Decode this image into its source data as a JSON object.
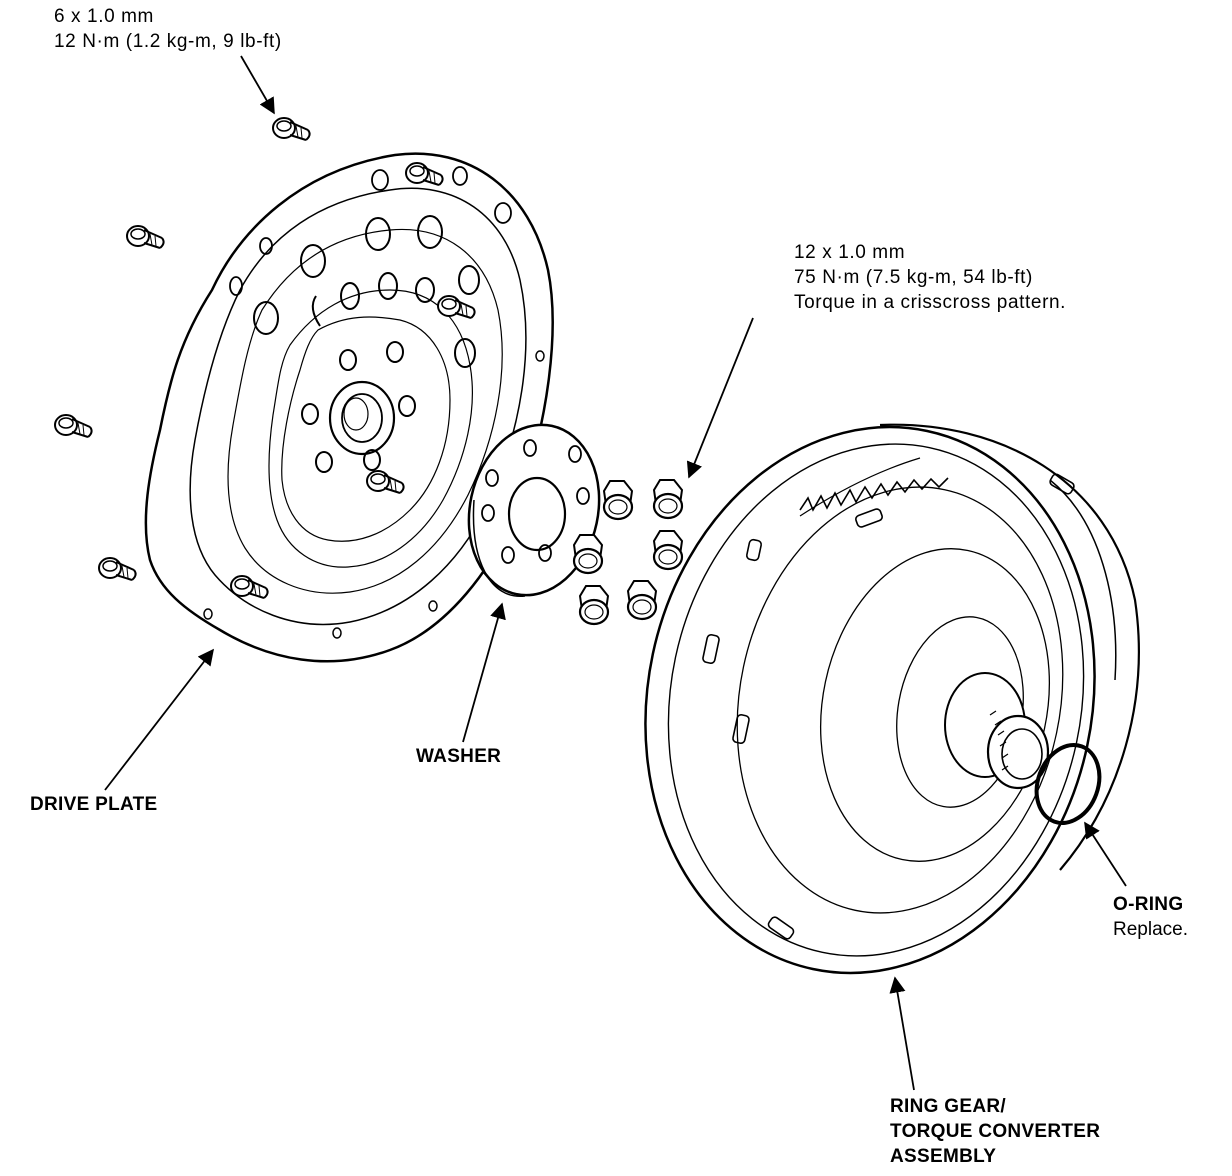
{
  "callouts": {
    "small_bolt": {
      "size": "6 x 1.0 mm",
      "torque": "12 N·m (1.2 kg-m, 9 lb-ft)"
    },
    "large_bolt": {
      "size": "12 x 1.0 mm",
      "torque": "75 N·m (7.5 kg-m, 54 lb-ft)",
      "note": "Torque in a crisscross pattern."
    }
  },
  "labels": {
    "drive_plate": "DRIVE PLATE",
    "washer": "WASHER",
    "o_ring": "O-RING",
    "o_ring_note": "Replace.",
    "ring_gear_line1": "RING GEAR/",
    "ring_gear_line2": "TORQUE CONVERTER",
    "ring_gear_line3": "ASSEMBLY"
  },
  "colors": {
    "ink": "#000000",
    "paper": "#ffffff"
  }
}
